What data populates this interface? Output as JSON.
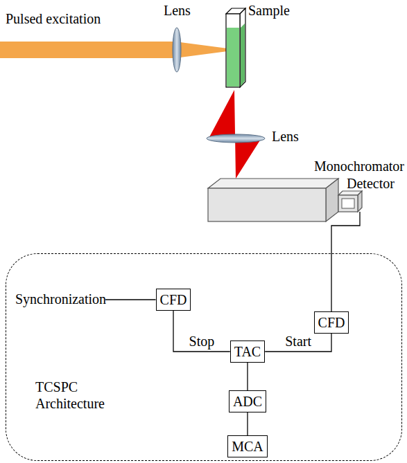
{
  "diagram": {
    "nodes": [
      {
        "text": [
          "TCSPC Architecture"
        ]
      },
      {
        "text": [
          "CFD"
        ],
        "in": 0
      },
      {
        "text": [
          "CFD"
        ],
        "in": 0
      },
      {
        "text": [
          "TAC"
        ],
        "in": 0
      },
      {
        "text": [
          "ADC"
        ],
        "in": 0
      },
      {
        "text": [
          "MCA"
        ],
        "in": 0
      }
    ],
    "edges": [
      {
        "from": 1,
        "to": 3,
        "label": "Stop",
        "arrow": "none"
      },
      {
        "from": 2,
        "to": 3,
        "label": "Start",
        "arrow": "none"
      },
      {
        "from": 3,
        "to": 4,
        "arrow": "none"
      },
      {
        "from": 4,
        "to": 5,
        "arrow": "none"
      }
    ],
    "labels": [
      "Pulsed excitation",
      "Lens",
      "Sample",
      "Lens",
      "Monochromator",
      "Detector",
      "Synchronization"
    ]
  }
}
